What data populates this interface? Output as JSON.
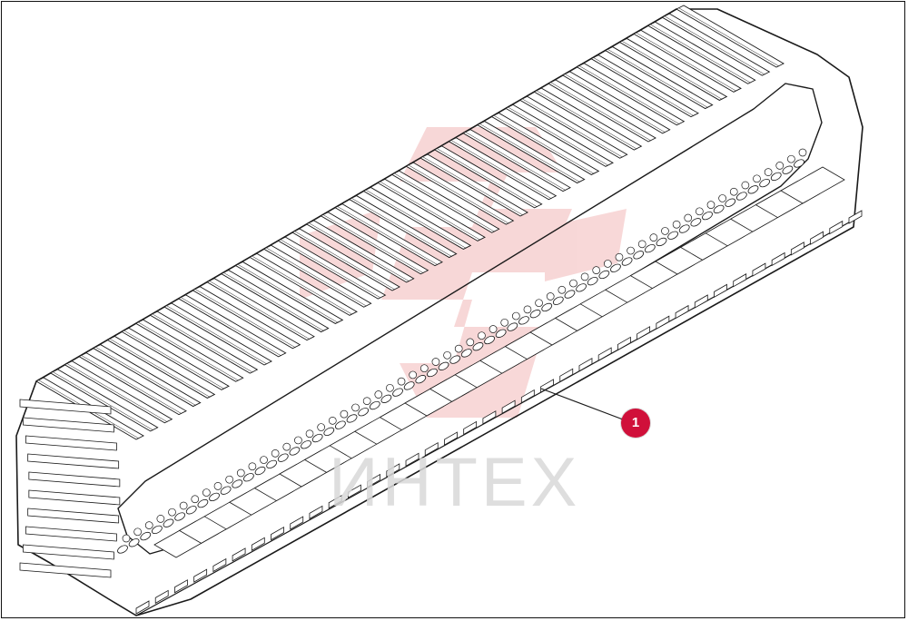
{
  "diagram": {
    "parts": [
      {
        "callout": "1",
        "part": "rubber-track"
      }
    ],
    "watermark": {
      "text": "ИНТЕХ"
    },
    "colors": {
      "callout_fill": "#d0103a",
      "line": "#1a1a1a",
      "watermark_logo": "#f2b8b8",
      "watermark_text": "#d9d9d9"
    }
  }
}
